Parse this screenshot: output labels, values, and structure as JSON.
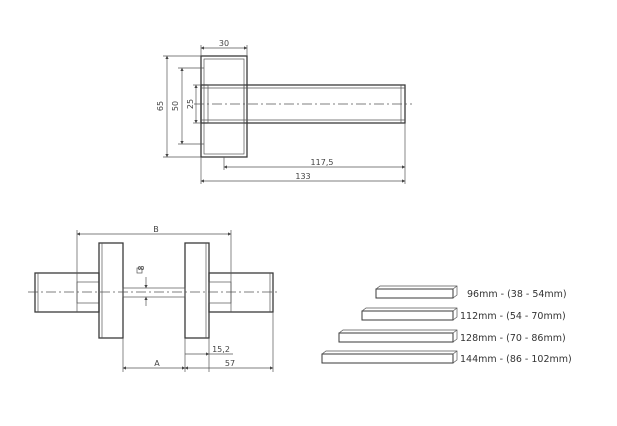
{
  "top_view": {
    "dim_30": "30",
    "dim_65": "65",
    "dim_50": "50",
    "dim_25": "25",
    "dim_117_5": "117,5",
    "dim_133": "133"
  },
  "side_view": {
    "dim_B": "B",
    "dim_8": "8",
    "dim_15_2": "15,2",
    "dim_A": "A",
    "dim_57": "57"
  },
  "spindle_legend": [
    {
      "label": "96mm - (38 - 54mm)"
    },
    {
      "label": "112mm - (54 - 70mm)"
    },
    {
      "label": "128mm - (70 - 86mm)"
    },
    {
      "label": "144mm - (86 - 102mm)"
    }
  ]
}
